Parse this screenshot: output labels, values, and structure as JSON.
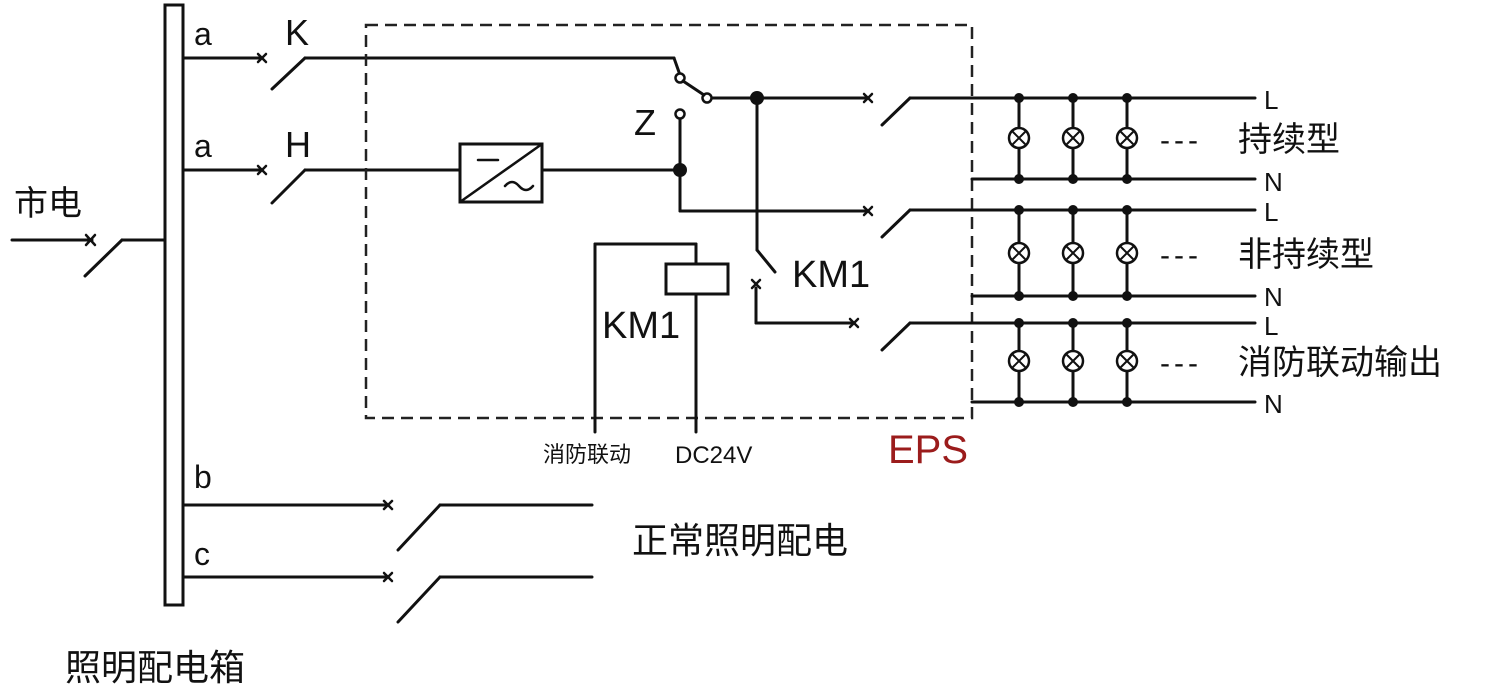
{
  "labels": {
    "utility_power": "市电",
    "lighting_distribution_box": "照明配电箱",
    "normal_lighting": "正常照明配电",
    "eps": "EPS",
    "branch_a1": "a",
    "branch_a2": "a",
    "branch_b": "b",
    "branch_c": "c",
    "switch_k": "K",
    "switch_h": "H",
    "switch_z": "Z",
    "relay_coil": "KM1",
    "relay_contact": "KM1",
    "fire_linkage_input": "消防联动",
    "dc24v": "DC24V",
    "maintained": "持续型",
    "non_maintained": "非持续型",
    "fire_linkage_output": "消防联动输出",
    "l1": "L",
    "n1": "N",
    "l2": "L",
    "n2": "N",
    "l3": "L",
    "n3": "N",
    "dashes1": "---",
    "dashes2": "---",
    "dashes3": "---"
  },
  "colors": {
    "line": "#111111",
    "eps_label": "#9b1c1c",
    "background": "#ffffff"
  }
}
